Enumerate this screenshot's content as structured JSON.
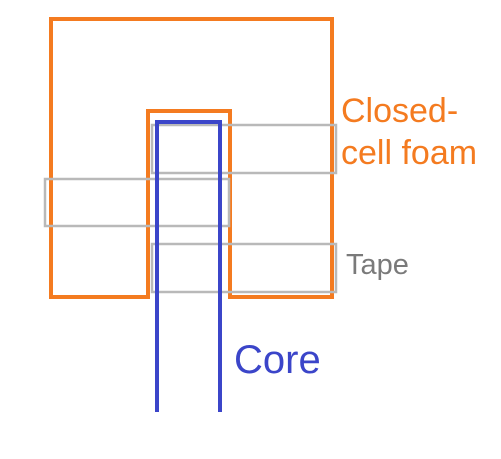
{
  "labels": {
    "foam_line1": "Closed-",
    "foam_line2": "cell foam",
    "tape": "Tape",
    "core": "Core"
  },
  "colors": {
    "foam": "#F47B20",
    "tape": "#B9B9B9",
    "core": "#3B45C9",
    "tape_text": "#7A7A7A",
    "background": "#FFFFFF"
  }
}
